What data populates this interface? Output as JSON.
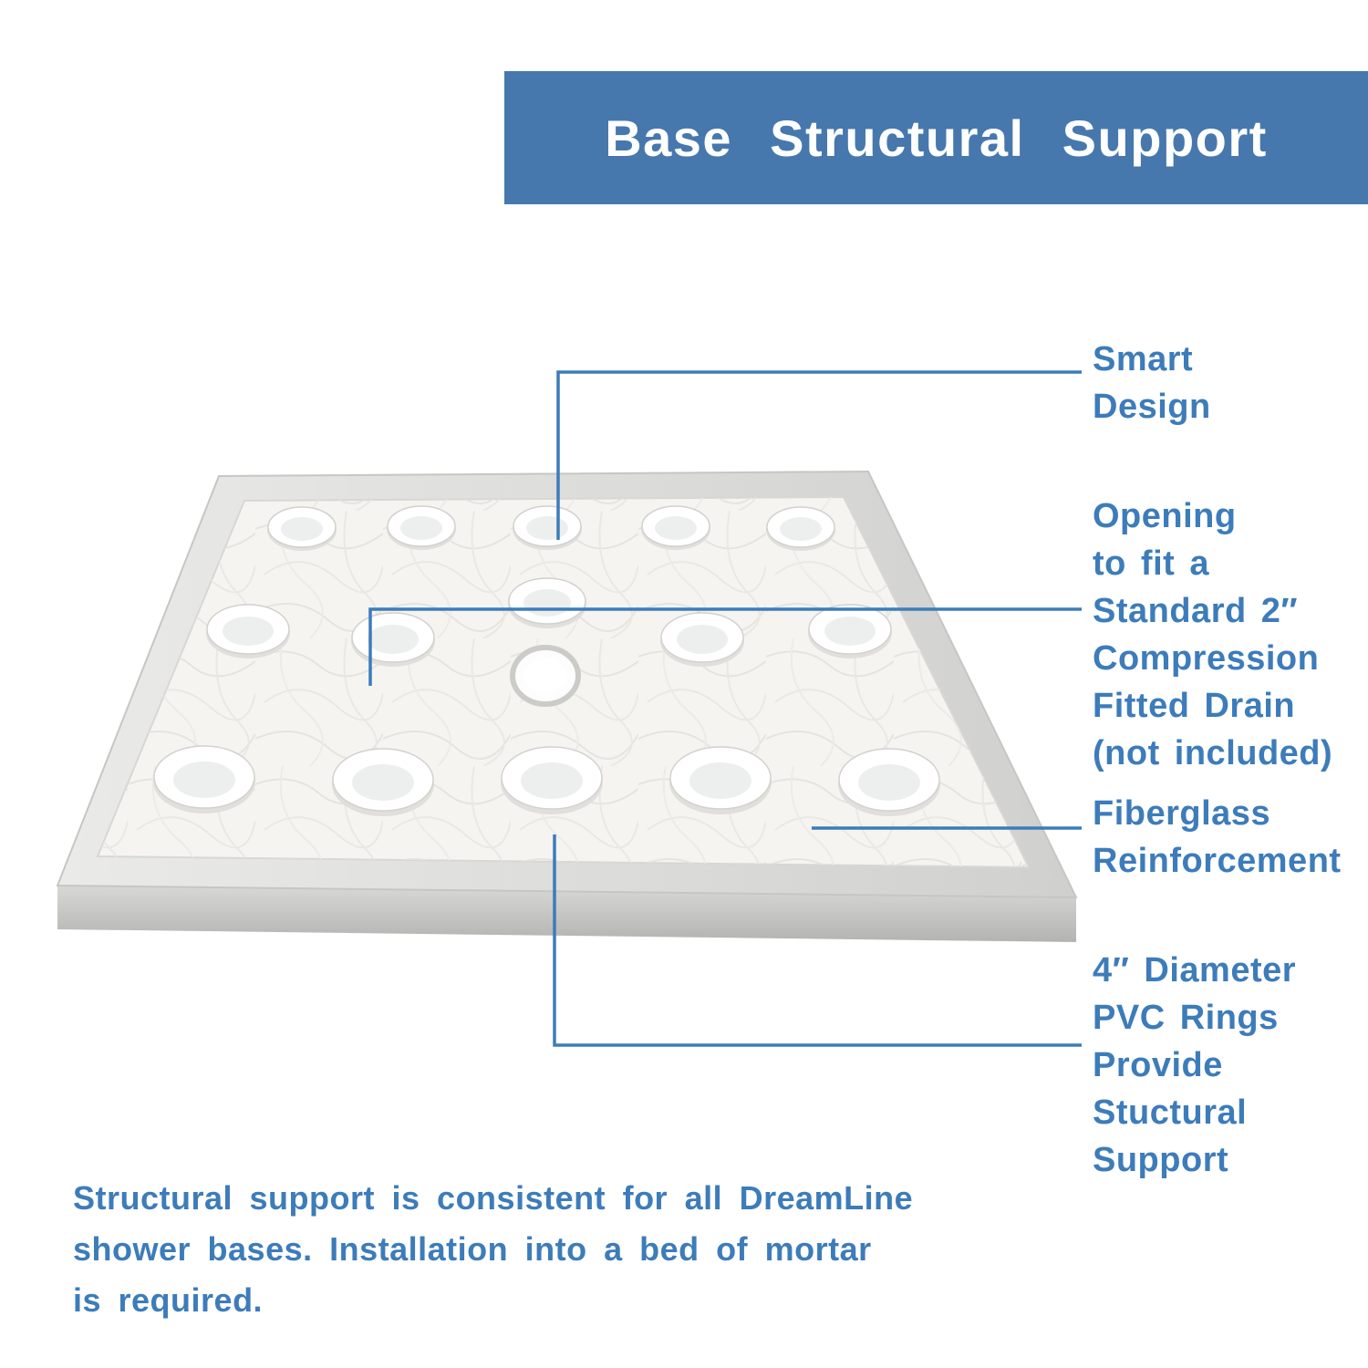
{
  "header": {
    "title": "Base Structural Support",
    "bg_color": "#4678ad",
    "text_color": "#ffffff"
  },
  "callouts": {
    "smart_design": {
      "label": "Smart\nDesign"
    },
    "drain_opening": {
      "label": "Opening\nto fit a\nStandard 2″\nCompression\nFitted Drain\n(not included)"
    },
    "fiberglass": {
      "label": "Fiberglass\nReinforcement"
    },
    "pvc_rings": {
      "label": "4″ Diameter\nPVC Rings\nProvide\nStuctural\nSupport"
    }
  },
  "footer": {
    "note": "Structural support is consistent for all DreamLine\nshower bases. Installation into a bed of mortar\nis required."
  },
  "illustration": {
    "name": "shower-base-underside",
    "pvc_ring_count": 15,
    "drain_opening_count": 1,
    "accent_color": "#3d7cba",
    "callout_line_color": "#3d7cba"
  }
}
